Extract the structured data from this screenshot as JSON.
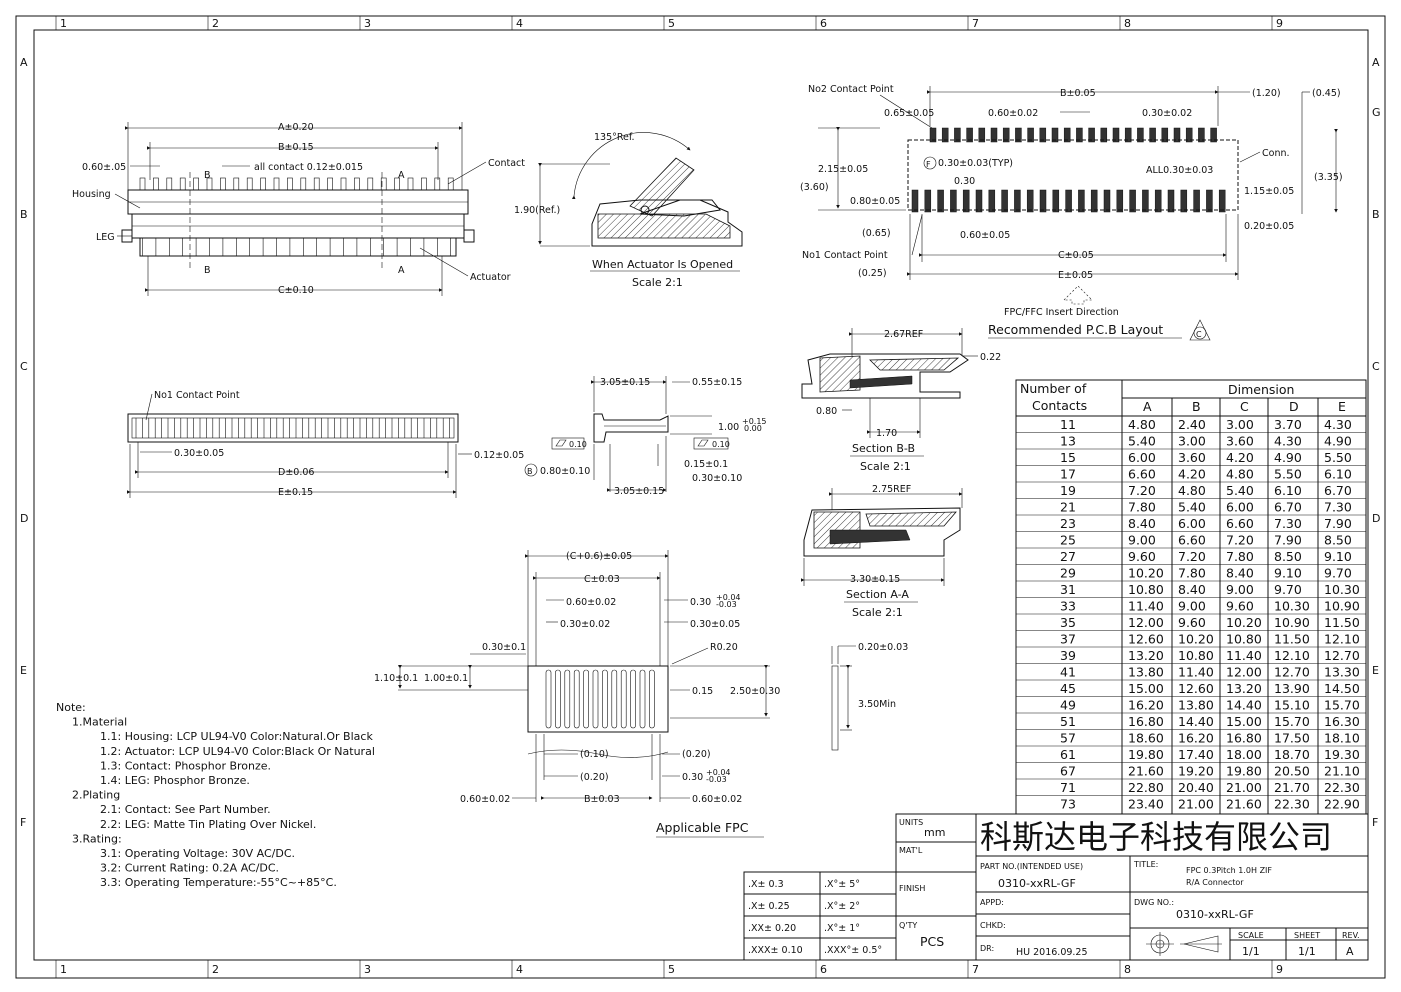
{
  "border": {
    "columns": [
      "1",
      "2",
      "3",
      "4",
      "5",
      "6",
      "7",
      "8",
      "9"
    ],
    "rows_left": [
      "A",
      "B",
      "C",
      "D",
      "E",
      "F"
    ],
    "rows_right": [
      "A",
      "G",
      "B",
      "C",
      "D",
      "E",
      "F"
    ]
  },
  "front_view": {
    "dims": {
      "a": "A±0.20",
      "b": "B±0.15",
      "c": "C±0.10",
      "pitch": "0.60±.05",
      "all_contact": "all contact 0.12±0.015"
    },
    "labels": {
      "housing": "Housing",
      "leg": "LEG",
      "contact": "Contact",
      "actuator": "Actuator",
      "b1": "B",
      "b2": "B",
      "a1": "A",
      "a2": "A"
    }
  },
  "open_view": {
    "angle": "135°Ref.",
    "height": "1.90(Ref.)",
    "caption": "When Actuator Is Opened",
    "scale": "Scale 2:1"
  },
  "pcb_layout": {
    "dims": {
      "no2": "No2 Contact Point",
      "d065": "0.65±0.05",
      "d060": "0.60±0.02",
      "b": "B±0.05",
      "d030": "0.30±0.02",
      "d120": "(1.20)",
      "d045": "(0.45)",
      "d215": "2.15±0.05",
      "typ": "0.30±0.03(TYP)",
      "typ_f": "F",
      "d030b": "0.30",
      "d360": "(3.60)",
      "d080": "0.80±0.05",
      "all": "ALL0.30±0.03",
      "conn": "Conn.",
      "d115": "1.15±0.05",
      "d335": "(3.35)",
      "d020": "0.20±0.05",
      "d065b": "(0.65)",
      "d060b": "0.60±0.05",
      "no1": "No1 Contact Point",
      "c": "C±0.05",
      "d025": "(0.25)",
      "e": "E±0.05"
    },
    "insert_direction": "FPC/FFC Insert Direction",
    "title": "Recommended P.C.B Layout",
    "title_mark": "C"
  },
  "bottom_view": {
    "no1": "No1 Contact Point",
    "pitch": "0.30±0.05",
    "d012": "0.12±0.05",
    "d": "D±0.06",
    "e": "E±0.15"
  },
  "side_view": {
    "d305a": "3.05±0.15",
    "d055": "0.55±0.15",
    "d100": "1.00",
    "d100_up": "+0.15",
    "d100_lo": "0.00",
    "flat1": "0.10",
    "flat2": "0.10",
    "datum": "B",
    "d080": "0.80±0.10",
    "d015": "0.15±0.1",
    "d030": "0.30±0.10",
    "d305b": "3.05±0.15"
  },
  "section_bb": {
    "ref": "2.67REF",
    "d022": "0.22",
    "d080": "0.80",
    "d170": "1.70",
    "caption": "Section B-B",
    "scale": "Scale 2:1"
  },
  "section_aa": {
    "ref": "2.75REF",
    "d330": "3.30±0.15",
    "caption": "Section A-A",
    "scale": "Scale 2:1"
  },
  "fpc": {
    "dims": {
      "cp06": "(C+0.6)±0.05",
      "c": "C±0.03",
      "d060": "0.60±0.02",
      "d030": "0.30±0.02",
      "d030t": "0.30",
      "d030t_up": "+0.04",
      "d030t_lo": "-0.03",
      "d030b": "0.30±0.05",
      "d030c": "0.30±0.1",
      "r": "R0.20",
      "d110": "1.10±0.1",
      "d100": "1.00±0.1",
      "d015": "0.15",
      "d250": "2.50±0.30",
      "d010": "(0.10)",
      "d020p": "(0.20)",
      "d020b": "(0.20)",
      "d030e": "0.30",
      "d030e_up": "+0.04",
      "d030e_lo": "-0.03",
      "d060l": "0.60±0.02",
      "b": "B±0.03",
      "d060r": "0.60±0.02"
    },
    "title": "Applicable FPC"
  },
  "thickness_view": {
    "d020": "0.20±0.03",
    "d350": "3.50Min"
  },
  "notes": [
    "Note:",
    "1.Material",
    "1.1: Housing: LCP UL94-V0 Color:Natural.Or Black",
    "1.2: Actuator: LCP UL94-V0 Color:Black Or Natural",
    "1.3: Contact: Phosphor Bronze.",
    "1.4: LEG: Phosphor Bronze.",
    "2.Plating",
    "2.1: Contact: See Part Number.",
    "2.2: LEG: Matte Tin Plating Over Nickel.",
    "3.Rating:",
    "3.1: Operating Voltage: 30V AC/DC.",
    "3.2: Current Rating: 0.2A AC/DC.",
    "3.3: Operating Temperature:-55°C~+85°C."
  ],
  "dimension_table": {
    "header_left": [
      "Number of",
      "Contacts"
    ],
    "header_group": "Dimension",
    "columns": [
      "A",
      "B",
      "C",
      "D",
      "E"
    ],
    "rows": [
      [
        "11",
        "4.80",
        "2.40",
        "3.00",
        "3.70",
        "4.30"
      ],
      [
        "13",
        "5.40",
        "3.00",
        "3.60",
        "4.30",
        "4.90"
      ],
      [
        "15",
        "6.00",
        "3.60",
        "4.20",
        "4.90",
        "5.50"
      ],
      [
        "17",
        "6.60",
        "4.20",
        "4.80",
        "5.50",
        "6.10"
      ],
      [
        "19",
        "7.20",
        "4.80",
        "5.40",
        "6.10",
        "6.70"
      ],
      [
        "21",
        "7.80",
        "5.40",
        "6.00",
        "6.70",
        "7.30"
      ],
      [
        "23",
        "8.40",
        "6.00",
        "6.60",
        "7.30",
        "7.90"
      ],
      [
        "25",
        "9.00",
        "6.60",
        "7.20",
        "7.90",
        "8.50"
      ],
      [
        "27",
        "9.60",
        "7.20",
        "7.80",
        "8.50",
        "9.10"
      ],
      [
        "29",
        "10.20",
        "7.80",
        "8.40",
        "9.10",
        "9.70"
      ],
      [
        "31",
        "10.80",
        "8.40",
        "9.00",
        "9.70",
        "10.30"
      ],
      [
        "33",
        "11.40",
        "9.00",
        "9.60",
        "10.30",
        "10.90"
      ],
      [
        "35",
        "12.00",
        "9.60",
        "10.20",
        "10.90",
        "11.50"
      ],
      [
        "37",
        "12.60",
        "10.20",
        "10.80",
        "11.50",
        "12.10"
      ],
      [
        "39",
        "13.20",
        "10.80",
        "11.40",
        "12.10",
        "12.70"
      ],
      [
        "41",
        "13.80",
        "11.40",
        "12.00",
        "12.70",
        "13.30"
      ],
      [
        "45",
        "15.00",
        "12.60",
        "13.20",
        "13.90",
        "14.50"
      ],
      [
        "49",
        "16.20",
        "13.80",
        "14.40",
        "15.10",
        "15.70"
      ],
      [
        "51",
        "16.80",
        "14.40",
        "15.00",
        "15.70",
        "16.30"
      ],
      [
        "57",
        "18.60",
        "16.20",
        "16.80",
        "17.50",
        "18.10"
      ],
      [
        "61",
        "19.80",
        "17.40",
        "18.00",
        "18.70",
        "19.30"
      ],
      [
        "67",
        "21.60",
        "19.20",
        "19.80",
        "20.50",
        "21.10"
      ],
      [
        "71",
        "22.80",
        "20.40",
        "21.00",
        "21.70",
        "22.30"
      ],
      [
        "73",
        "23.40",
        "21.00",
        "21.60",
        "22.30",
        "22.90"
      ]
    ]
  },
  "title_block": {
    "company": "科斯达电子科技有限公司",
    "units_label": "UNITS",
    "units_value": "mm",
    "matl_label": "MAT'L",
    "finish_label": "FINISH",
    "qty_label": "Q'TY",
    "qty_value": "PCS",
    "tolerances": [
      [
        ".X± 0.3",
        ".X°± 5°"
      ],
      [
        ".X± 0.25",
        ".X°± 2°"
      ],
      [
        ".XX± 0.20",
        ".X°± 1°"
      ],
      [
        ".XXX± 0.10",
        ".XXX°± 0.5°"
      ]
    ],
    "part_no_label": "PART NO.(INTENDED USE)",
    "part_no_value": "0310-xxRL-GF",
    "appd_label": "APPD:",
    "chkd_label": "CHKD:",
    "dr_label": "DR:",
    "dr_value": "HU 2016.09.25",
    "title_label": "TITLE:",
    "title_line1": "FPC 0.3Pitch 1.0H ZIF",
    "title_line2": "R/A Connector",
    "dwg_label": "DWG NO.:",
    "dwg_value": "0310-xxRL-GF",
    "scale_label": "SCALE",
    "scale_value": "1/1",
    "sheet_label": "SHEET",
    "sheet_value": "1/1",
    "rev_label": "REV.",
    "rev_value": "A"
  }
}
